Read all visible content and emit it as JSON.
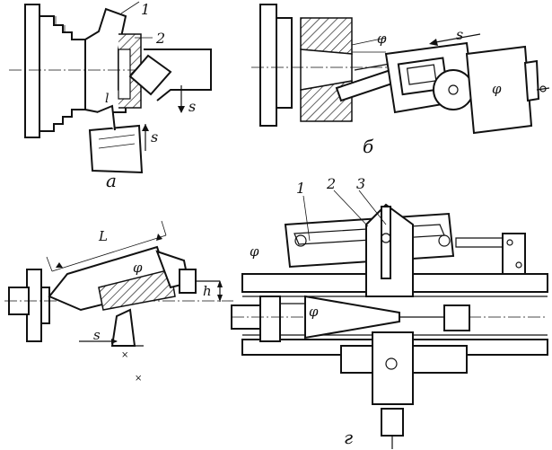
{
  "panels": {
    "a": {
      "caption": "а",
      "labels": {
        "part_1": "1",
        "part_2": "2",
        "feed_top": "s",
        "feed_bottom": "s",
        "length": "l"
      }
    },
    "b": {
      "caption": "б",
      "labels": {
        "feed": "s",
        "angle_left": "φ",
        "angle_right": "φ"
      }
    },
    "v": {
      "caption": "",
      "labels": {
        "length": "L",
        "angle": "φ",
        "offset": "h",
        "feed": "s"
      }
    },
    "g": {
      "caption": "г",
      "labels": {
        "part_1": "1",
        "part_2": "2",
        "part_3": "3",
        "angle_ruler": "φ",
        "angle_part": "φ"
      }
    }
  }
}
